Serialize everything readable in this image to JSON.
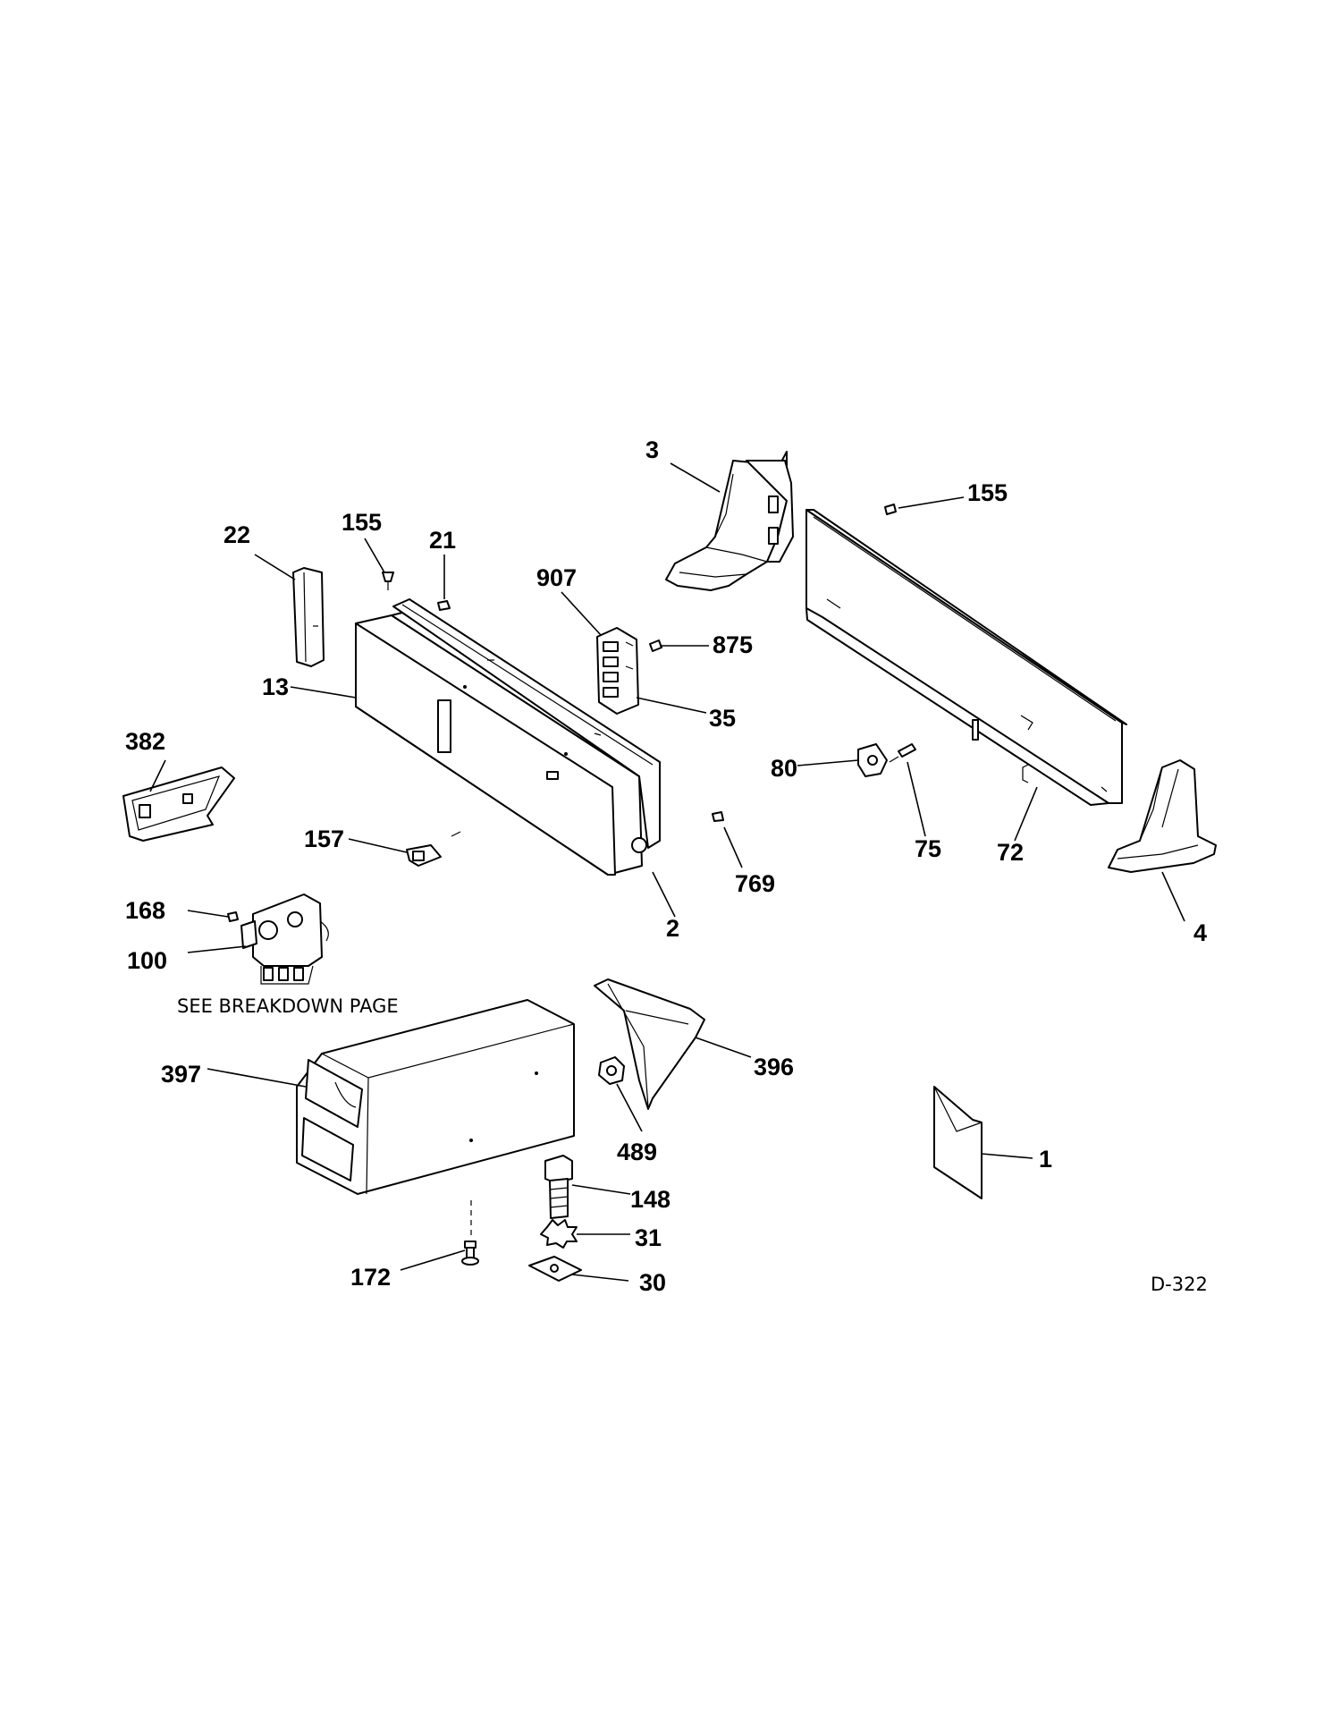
{
  "diagram": {
    "drawing_code": "D-322",
    "note": "SEE BREAKDOWN PAGE",
    "callouts": {
      "c3": "3",
      "c155_top": "155",
      "c22": "22",
      "c155": "155",
      "c21": "21",
      "c907": "907",
      "c875": "875",
      "c13": "13",
      "c35": "35",
      "c382": "382",
      "c80": "80",
      "c75": "75",
      "c72": "72",
      "c157": "157",
      "c769": "769",
      "c2": "2",
      "c4": "4",
      "c168": "168",
      "c100": "100",
      "c397": "397",
      "c396": "396",
      "c489": "489",
      "c1": "1",
      "c148": "148",
      "c31": "31",
      "c172": "172",
      "c30": "30"
    },
    "parts": [
      "back-panel",
      "left-end-cap",
      "right-end-cap",
      "control-panel",
      "rail",
      "mounting-plate",
      "lower-cover",
      "timer",
      "duct-housing",
      "deflector",
      "mini-manual",
      "bolt",
      "star-washer",
      "square-plate"
    ]
  }
}
